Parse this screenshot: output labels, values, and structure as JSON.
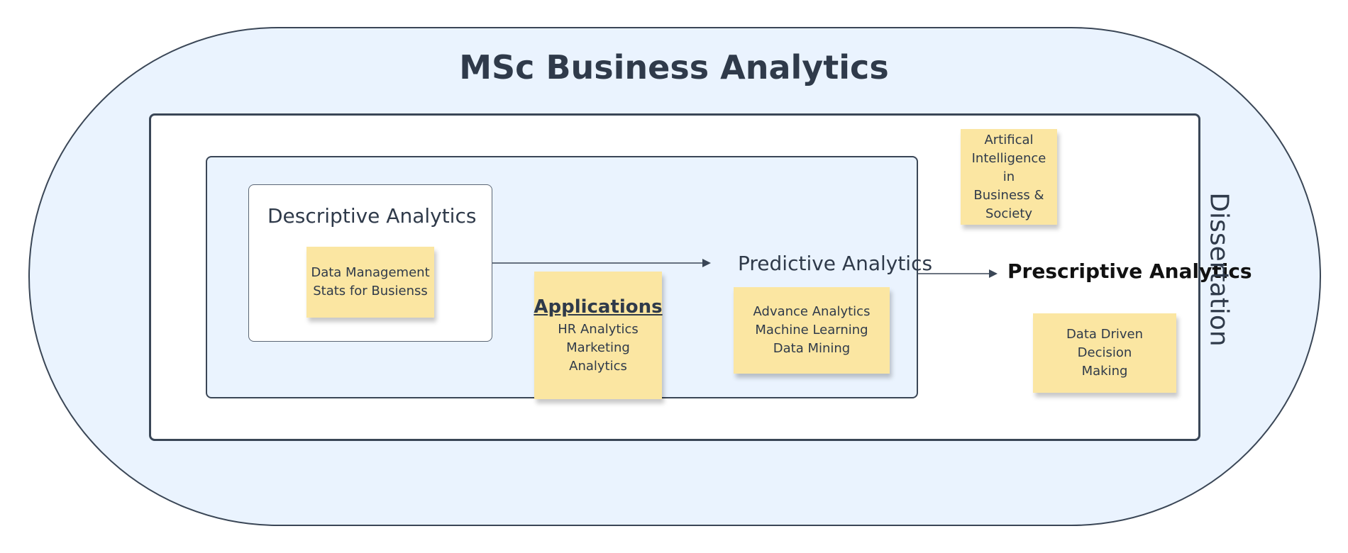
{
  "title": "MSc Business Analytics",
  "side_label": "Dissertation",
  "sections": {
    "descriptive": "Descriptive Analytics",
    "predictive": "Predictive Analytics",
    "prescriptive": "Prescriptive Analytics"
  },
  "notes": {
    "data_management": [
      "Data Management",
      "Stats for Busienss"
    ],
    "applications": {
      "heading": "Applications",
      "items": [
        "HR Analytics",
        "Marketing Analytics"
      ]
    },
    "advance": [
      "Advance Analytics",
      "Machine Learning",
      "Data Mining"
    ],
    "ai": [
      "Artifical",
      "Intelligence in",
      "Business &",
      "Society"
    ],
    "decision": [
      "Data Driven Decision",
      "Making"
    ]
  },
  "colors": {
    "stadium_fill": "#eaf3fe",
    "sticky_note": "#fbe6a2",
    "stroke": "#3a4656"
  }
}
